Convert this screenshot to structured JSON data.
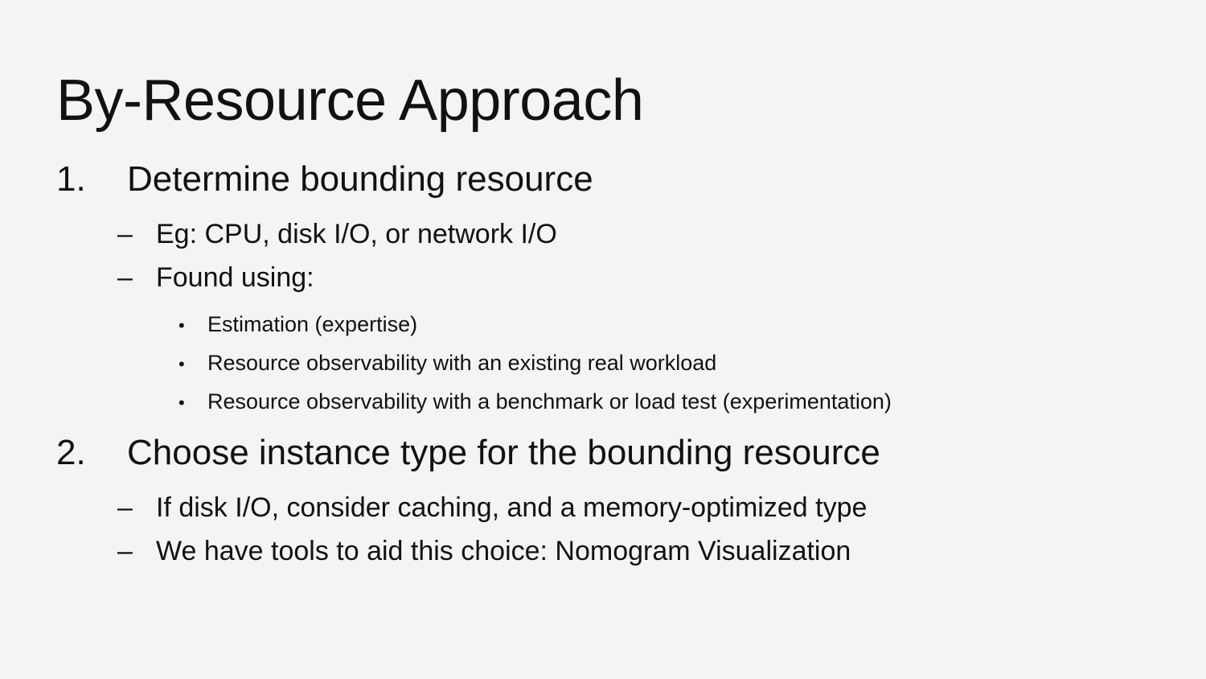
{
  "slide": {
    "title": "By-Resource Approach",
    "background_color": "#f4f4f4",
    "text_color": "#111111",
    "outline": [
      {
        "level": 1,
        "marker": "1.",
        "text": "Determine bounding resource"
      },
      {
        "level": 2,
        "marker": "–",
        "text": "Eg: CPU, disk I/O, or network I/O"
      },
      {
        "level": 2,
        "marker": "–",
        "text": "Found using:"
      },
      {
        "level": 3,
        "marker": "•",
        "text": "Estimation (expertise)"
      },
      {
        "level": 3,
        "marker": "•",
        "text": "Resource observability with an existing real workload"
      },
      {
        "level": 3,
        "marker": "•",
        "text": "Resource observability with a benchmark or load test (experimentation)"
      },
      {
        "level": 1,
        "marker": "2.",
        "text": "Choose instance type for the bounding resource"
      },
      {
        "level": 2,
        "marker": "–",
        "text": "If disk I/O, consider caching, and a memory-optimized type"
      },
      {
        "level": 2,
        "marker": "–",
        "text": "We have tools to aid this choice: Nomogram Visualization"
      }
    ]
  }
}
